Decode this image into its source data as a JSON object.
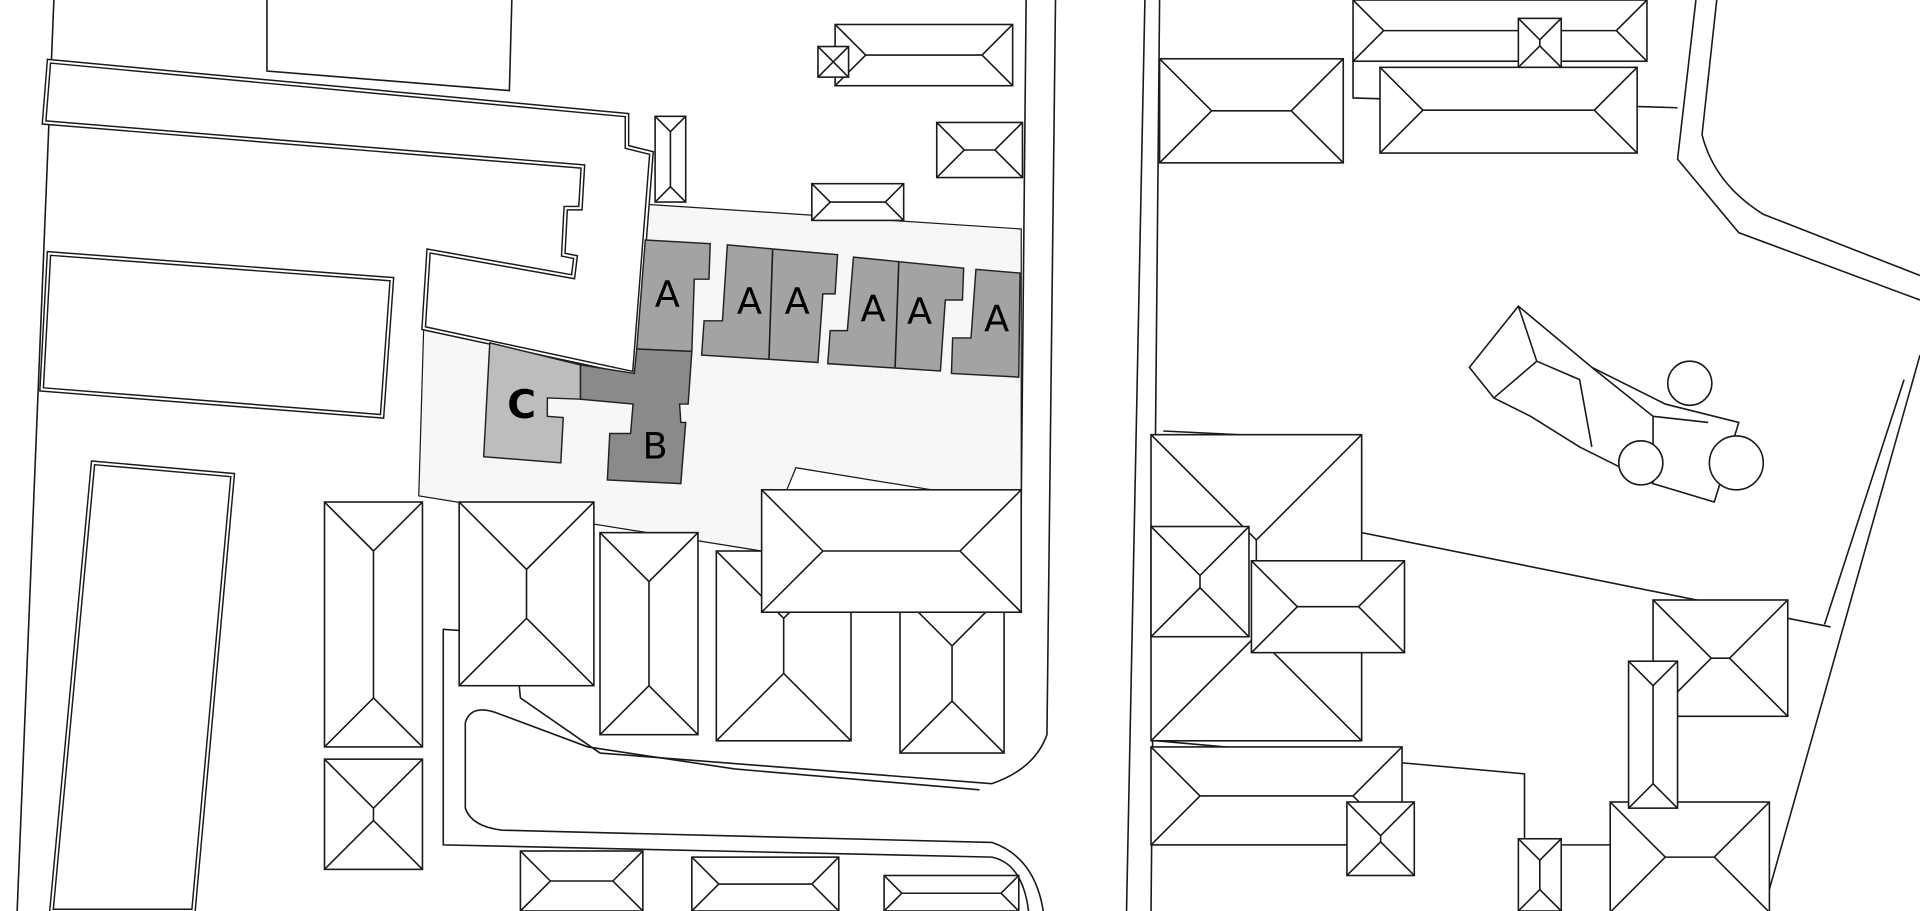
{
  "site_plan": {
    "site_fill": "#f7f7f7",
    "buildings": [
      {
        "label": "A",
        "fill": "#a3a3a3"
      },
      {
        "label": "A",
        "fill": "#a3a3a3"
      },
      {
        "label": "A",
        "fill": "#a3a3a3"
      },
      {
        "label": "A",
        "fill": "#a3a3a3"
      },
      {
        "label": "A",
        "fill": "#a3a3a3"
      },
      {
        "label": "A",
        "fill": "#a3a3a3"
      },
      {
        "label": "B",
        "fill": "#8a8a8a"
      },
      {
        "label": "C",
        "fill": "#bdbdbd"
      }
    ]
  }
}
